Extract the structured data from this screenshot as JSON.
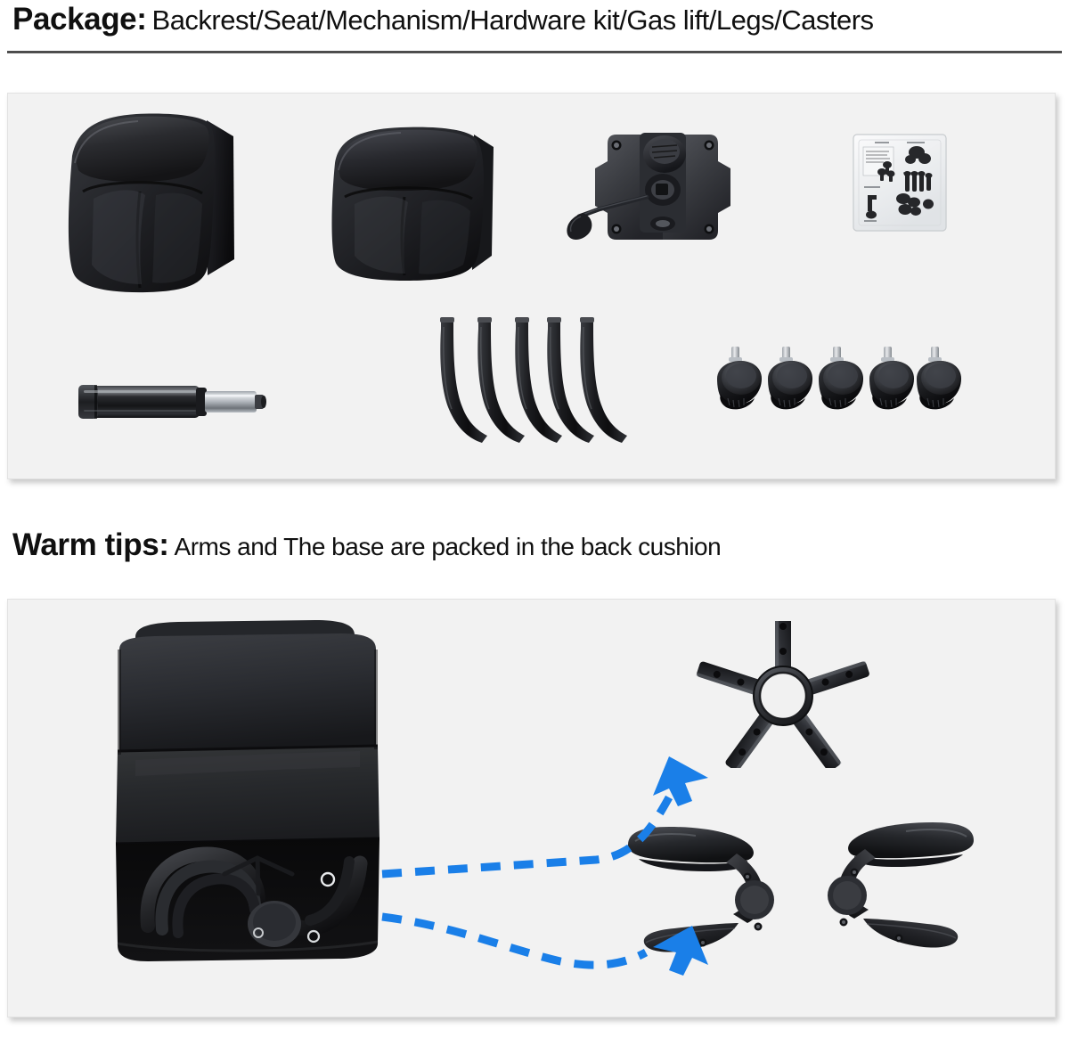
{
  "package_section": {
    "lead_label": "Package:",
    "items_text": "Backrest/Seat/Mechanism/Hardware kit/Gas lift/Legs/Casters",
    "parts": [
      {
        "name": "backrest-cushion",
        "label": "Backrest"
      },
      {
        "name": "seat-cushion",
        "label": "Seat"
      },
      {
        "name": "mechanism",
        "label": "Mechanism"
      },
      {
        "name": "hardware-kit",
        "label": "Hardware kit"
      },
      {
        "name": "gas-lift",
        "label": "Gas lift"
      },
      {
        "name": "legs",
        "label": "Legs",
        "count": 5
      },
      {
        "name": "casters",
        "label": "Casters",
        "count": 5
      }
    ]
  },
  "warm_tips_section": {
    "lead_label": "Warm tips:",
    "tip_text": "Arms and The base are packed in the back cushion",
    "contents": [
      {
        "name": "package-bag",
        "label": "Back cushion package bag"
      },
      {
        "name": "chair-base",
        "label": "Five-star base"
      },
      {
        "name": "armrest-left",
        "label": "Left armrest"
      },
      {
        "name": "armrest-right",
        "label": "Right armrest"
      }
    ],
    "arrow_count": 2
  },
  "colors": {
    "page_background": "#ffffff",
    "panel_background": "#f2f2f2",
    "panel_border": "#e2e2e2",
    "text": "#101010",
    "rule": "#2a2a2a",
    "arrow_blue": "#1a7fe8",
    "part_black": "#1b1b1d",
    "part_highlight": "#5b5d62",
    "chrome": "#c9cdd2"
  }
}
